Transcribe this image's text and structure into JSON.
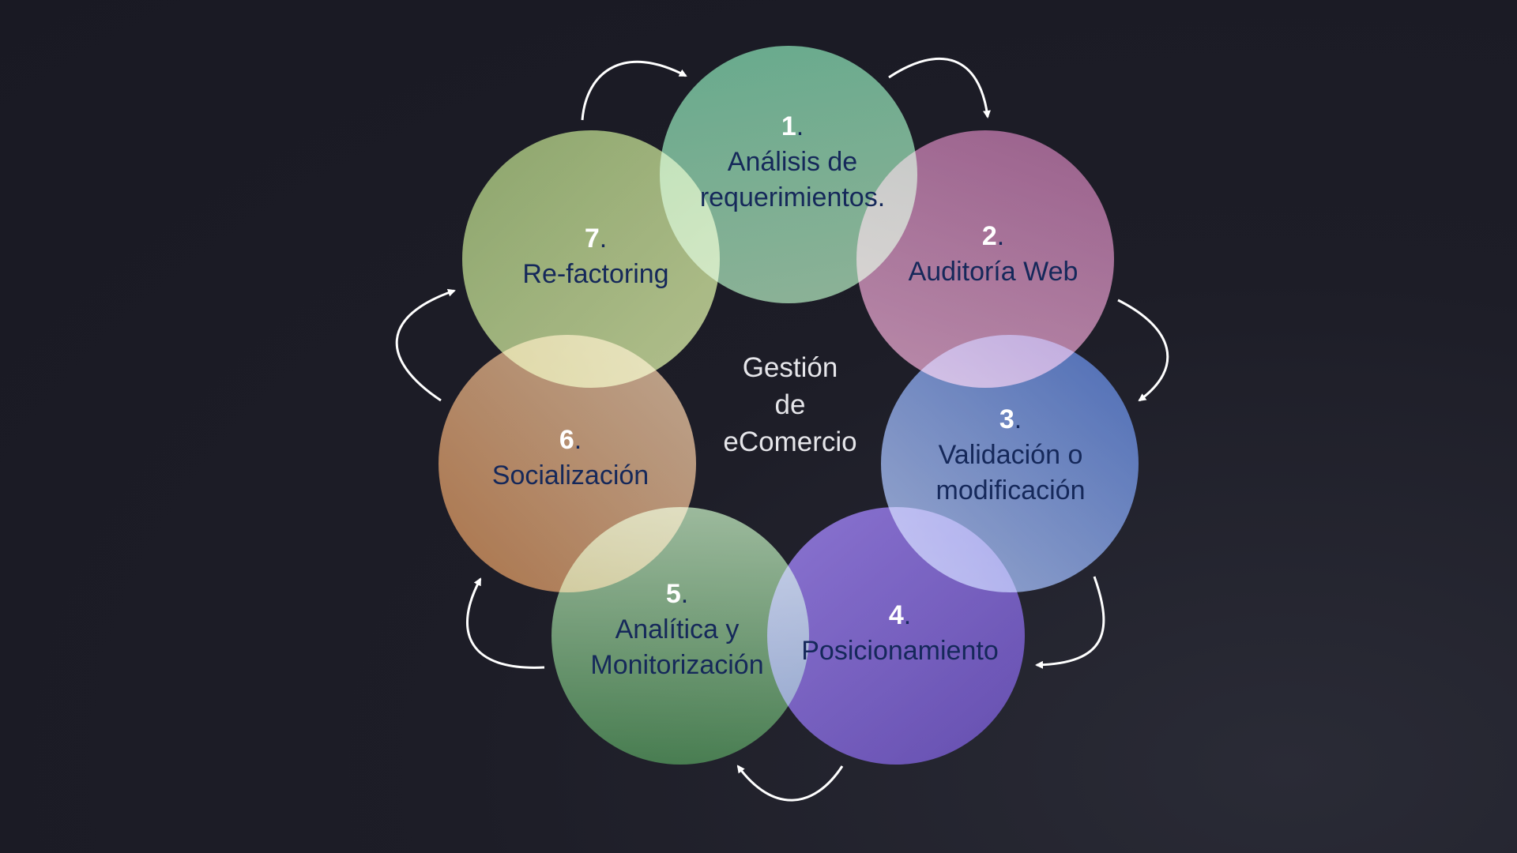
{
  "diagram": {
    "center_title": [
      "Gestión",
      "de",
      "eComercio"
    ],
    "steps": [
      {
        "number": "1",
        "title_lines": [
          "Análisis de",
          "requerimientos."
        ],
        "color_a": "#56a07a",
        "color_b": "#7fa884"
      },
      {
        "number": "2",
        "title_lines": [
          "Auditoría Web"
        ],
        "color_a": "#8d4d78",
        "color_b": "#b07c9a"
      },
      {
        "number": "3",
        "title_lines": [
          "Validación o",
          "modificación"
        ],
        "color_a": "#3457a6",
        "color_b": "#8a9bc4"
      },
      {
        "number": "4",
        "title_lines": [
          "Posicionamiento"
        ],
        "color_a": "#4a2f9c",
        "color_b": "#7a60c8"
      },
      {
        "number": "5",
        "title_lines": [
          "Analítica y",
          "Monitorización"
        ],
        "color_a": "#2e6a2e",
        "color_b": "#8fb08a"
      },
      {
        "number": "6",
        "title_lines": [
          "Socialización"
        ],
        "color_a": "#a0622a",
        "color_b": "#b59a7c"
      },
      {
        "number": "7",
        "title_lines": [
          "Re-factoring"
        ],
        "color_a": "#7f9b54",
        "color_b": "#a8b778"
      }
    ],
    "arrow_color": "#ffffff"
  }
}
